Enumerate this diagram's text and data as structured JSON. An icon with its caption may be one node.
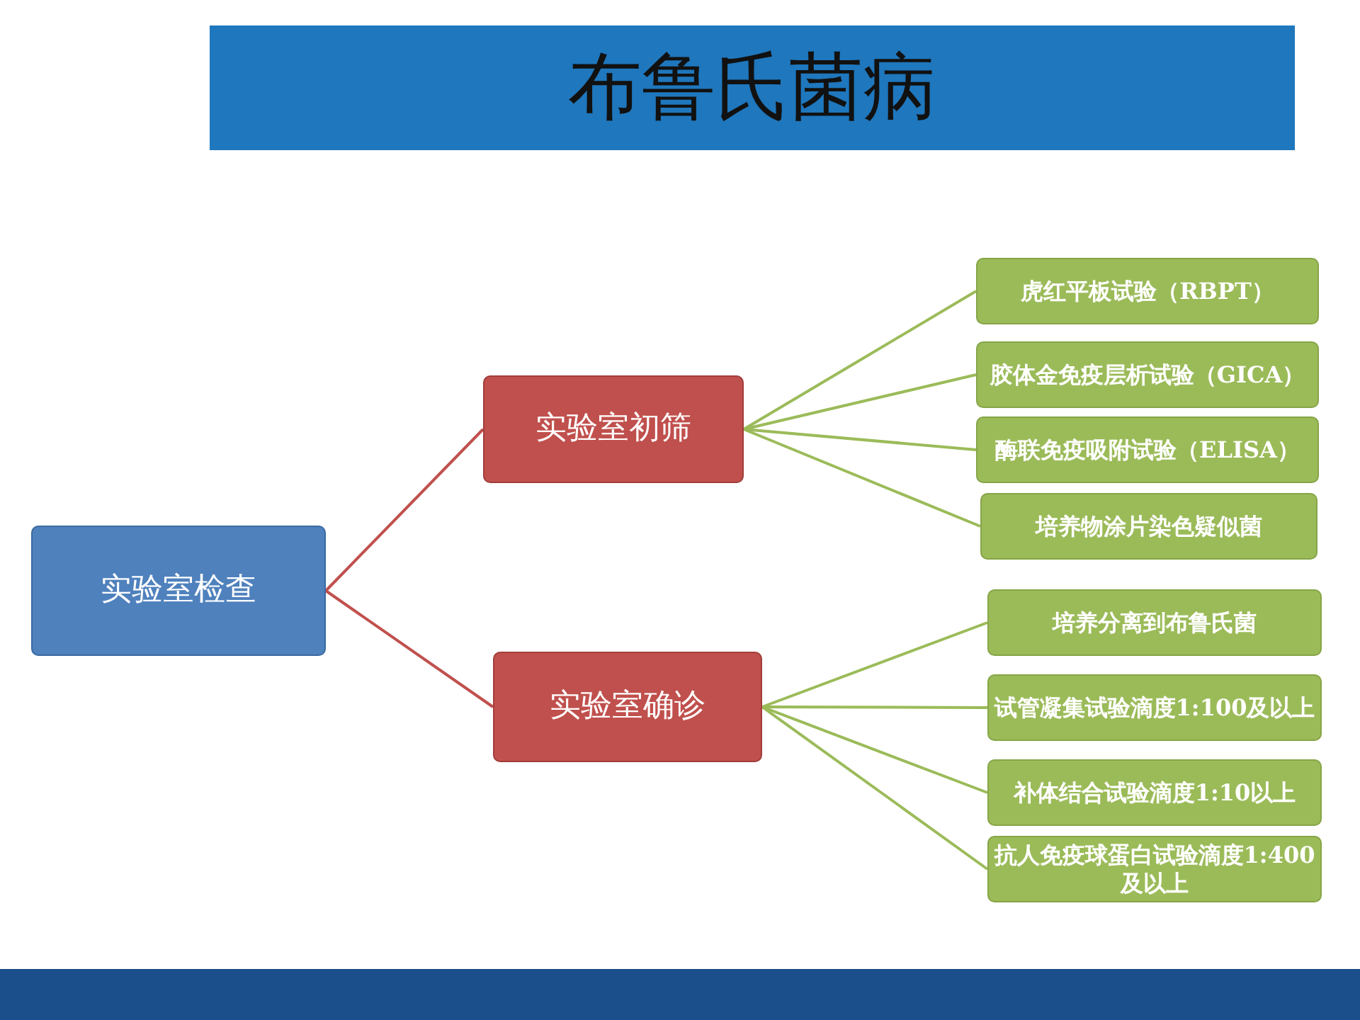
{
  "diagram": {
    "title": "布鲁氏菌病",
    "nodes": [
      {
        "text": [
          "实验室检查"
        ]
      },
      {
        "text": [
          "实验室初筛"
        ]
      },
      {
        "text": [
          "实验室确诊"
        ]
      },
      {
        "text": [
          "虎红平板试验（RBPT）"
        ]
      },
      {
        "text": [
          "胶体金免疫层析试验（GICA）"
        ]
      },
      {
        "text": [
          "酶联免疫吸附试验（ELISA）"
        ]
      },
      {
        "text": [
          "培养物涂片染色疑似菌"
        ]
      },
      {
        "text": [
          "培养分离到布鲁氏菌"
        ]
      },
      {
        "text": [
          "试管凝集试验滴度1:100及以上"
        ]
      },
      {
        "text": [
          "补体结合试验滴度1:10以上"
        ]
      },
      {
        "text": [
          "抗人免疫球蛋白试验滴度1:400及以上"
        ]
      }
    ],
    "edges": [
      {
        "from": 0,
        "to": 1,
        "arrow": "none",
        "color": "#c0504d"
      },
      {
        "from": 0,
        "to": 2,
        "arrow": "none",
        "color": "#c0504d"
      },
      {
        "from": 1,
        "to": 3,
        "arrow": "none"
      },
      {
        "from": 1,
        "to": 4,
        "arrow": "none"
      },
      {
        "from": 1,
        "to": 5,
        "arrow": "none"
      },
      {
        "from": 1,
        "to": 6,
        "arrow": "none"
      },
      {
        "from": 2,
        "to": 7,
        "arrow": "none"
      },
      {
        "from": 2,
        "to": 8,
        "arrow": "none"
      },
      {
        "from": 2,
        "to": 9,
        "arrow": "none"
      },
      {
        "from": 2,
        "to": 10,
        "arrow": "none"
      }
    ]
  }
}
